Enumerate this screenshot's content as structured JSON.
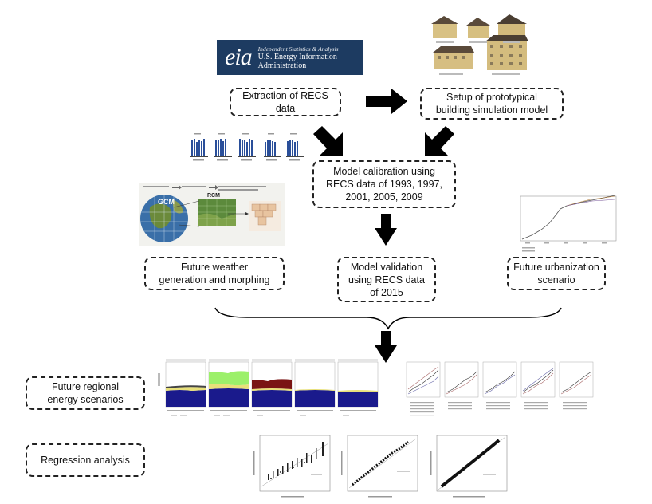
{
  "logo": {
    "mark": "eia",
    "tagline": "Independent Statistics & Analysis",
    "name_line1": "U.S. Energy Information",
    "name_line2": "Administration"
  },
  "boxes": {
    "extraction": "Extraction of RECS\ndata",
    "setup": "Setup of prototypical\nbuilding simulation model",
    "calibration": "Model calibration using\nRECS data of 1993, 1997,\n2001, 2005, 2009",
    "weather": "Future weather\ngeneration and morphing",
    "validation": "Model validation\nusing RECS data\nof 2015",
    "urbanization": "Future urbanization\nscenario",
    "regional": "Future regional\nenergy scenarios",
    "regression": "Regression analysis"
  },
  "climate_panel": {
    "label_gcm": "GCM",
    "label_rcm": "RCM"
  },
  "colors": {
    "arrow": "#000000",
    "box_border": "#222222",
    "eia_bg": "#1d3b61",
    "stack_navy": "#1a1a8c",
    "stack_yellow": "#e8e07a",
    "stack_green": "#9cf06a",
    "stack_maroon": "#7a1414"
  }
}
